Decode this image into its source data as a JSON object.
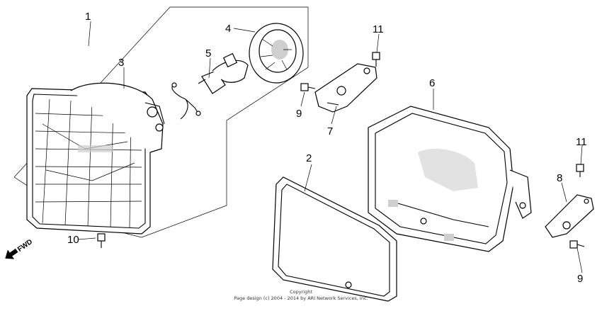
{
  "callouts": {
    "c1": "1",
    "c2": "2",
    "c3": "3",
    "c4": "4",
    "c5": "5",
    "c6": "6",
    "c7": "7",
    "c8": "8",
    "c9a": "9",
    "c9b": "9",
    "c10": "10",
    "c11a": "11",
    "c11b": "11"
  },
  "direction": {
    "label": "FWD"
  },
  "copyright": {
    "line1": "Copyright",
    "line2": "Page design (c) 2004 - 2014 by ARI Network Services, Inc."
  }
}
